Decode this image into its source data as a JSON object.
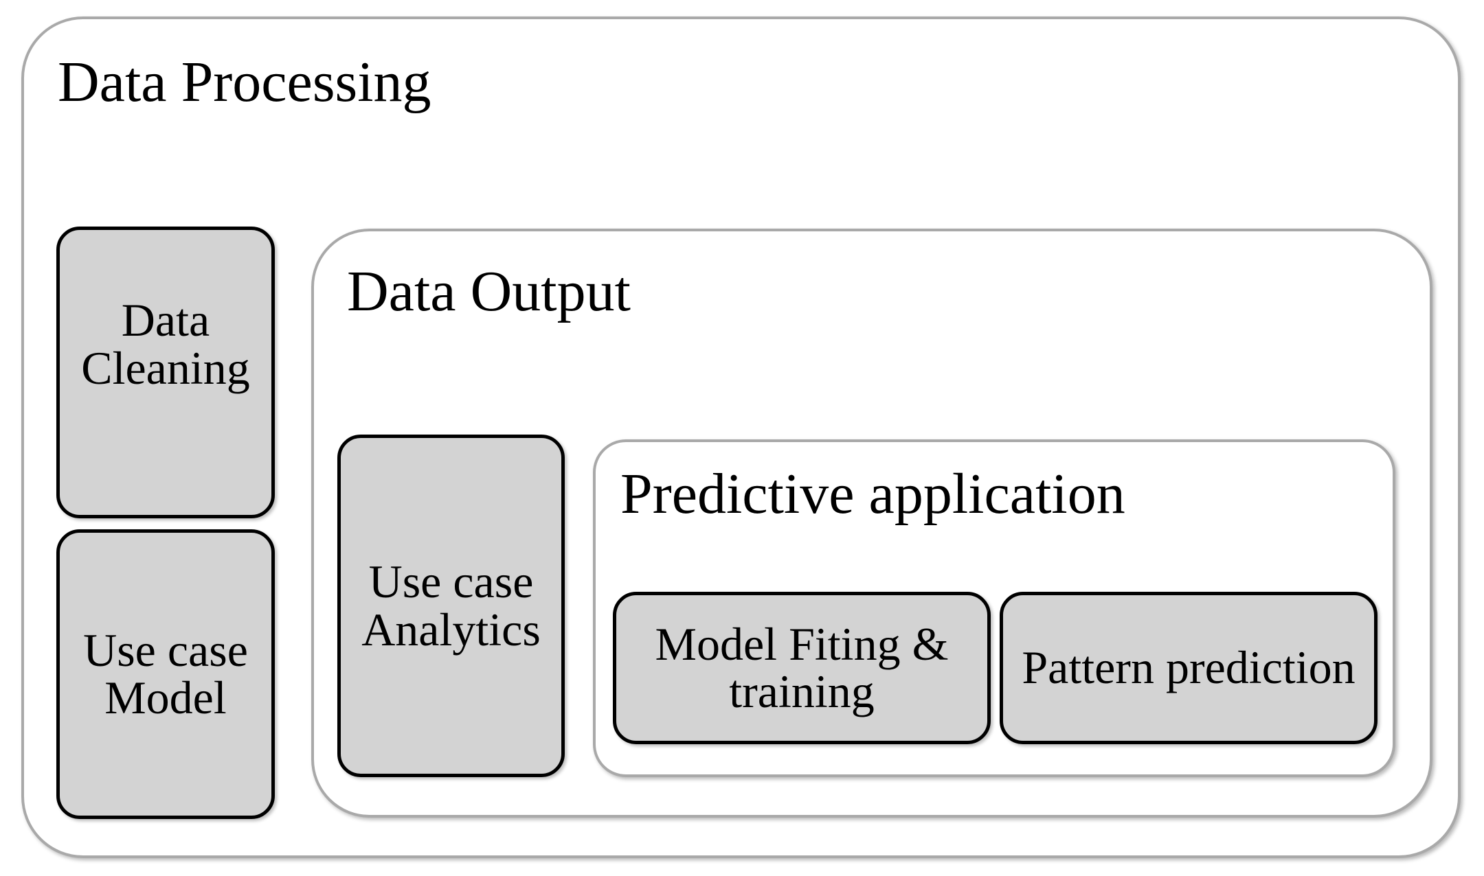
{
  "diagram": {
    "outer": {
      "title": "Data Processing"
    },
    "left_column": [
      {
        "line1": "Data",
        "line2": "Cleaning"
      },
      {
        "line1": "Use case",
        "line2": "Model"
      }
    ],
    "mid": {
      "title": "Data Output",
      "analytics": {
        "line1": "Use case",
        "line2": "Analytics"
      }
    },
    "inner": {
      "title": "Predictive application",
      "boxes": [
        {
          "line1": "Model Fiting &",
          "line2": "training"
        },
        {
          "line1": "Pattern prediction"
        }
      ]
    }
  },
  "colors": {
    "box_fill": "#d3d3d3",
    "box_border": "#000000",
    "container_border": "#a9a9a9",
    "background": "#ffffff"
  }
}
